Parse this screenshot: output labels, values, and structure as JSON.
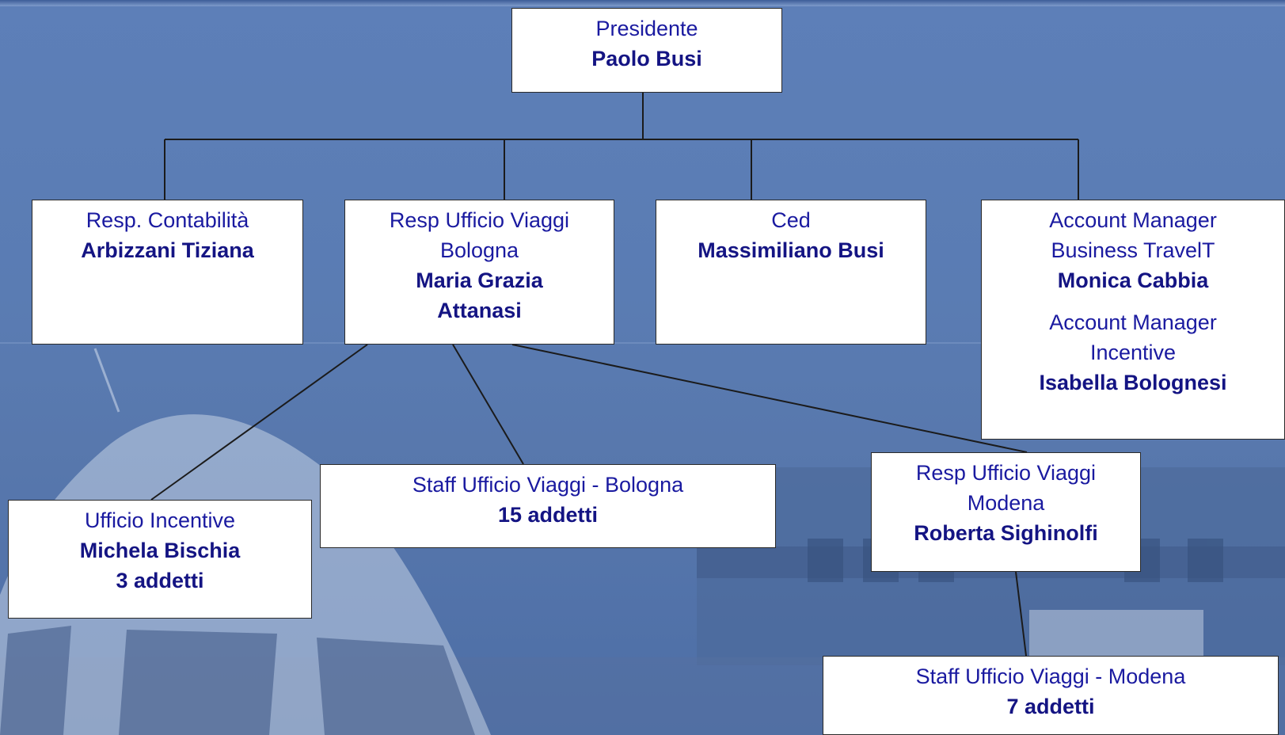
{
  "colors": {
    "background": "#5a7cb3",
    "box_fill": "#ffffff",
    "box_border": "#2a2a2a",
    "text": "#1a1aa0",
    "connector": "#1b1b1b"
  },
  "nodes": {
    "presidente": {
      "title": "Presidente",
      "name": "Paolo Busi"
    },
    "contabilita": {
      "title": "Resp. Contabilità",
      "name": "Arbizzani Tiziana"
    },
    "viaggi_bologna": {
      "title_1": "Resp Ufficio Viaggi",
      "title_2": "Bologna",
      "name_1": "Maria Grazia",
      "name_2": "Attanasi"
    },
    "ced": {
      "title": "Ced",
      "name": "Massimiliano  Busi"
    },
    "account_managers": {
      "title_1": "Account Manager",
      "title_2": "Business TravelT",
      "name_1": "Monica Cabbia",
      "title_3": "Account Manager",
      "title_4": "Incentive",
      "name_2": "Isabella Bolognesi"
    },
    "incentive": {
      "title": "Ufficio Incentive",
      "name": "Michela Bischia",
      "count": "3 addetti"
    },
    "staff_bologna": {
      "title": "Staff  Ufficio Viaggi - Bologna",
      "count": "15 addetti"
    },
    "viaggi_modena": {
      "title_1": "Resp Ufficio Viaggi",
      "title_2": "Modena",
      "name": "Roberta Sighinolfi"
    },
    "staff_modena": {
      "title": "Staff  Ufficio Viaggi - Modena",
      "count": "7 addetti"
    }
  }
}
